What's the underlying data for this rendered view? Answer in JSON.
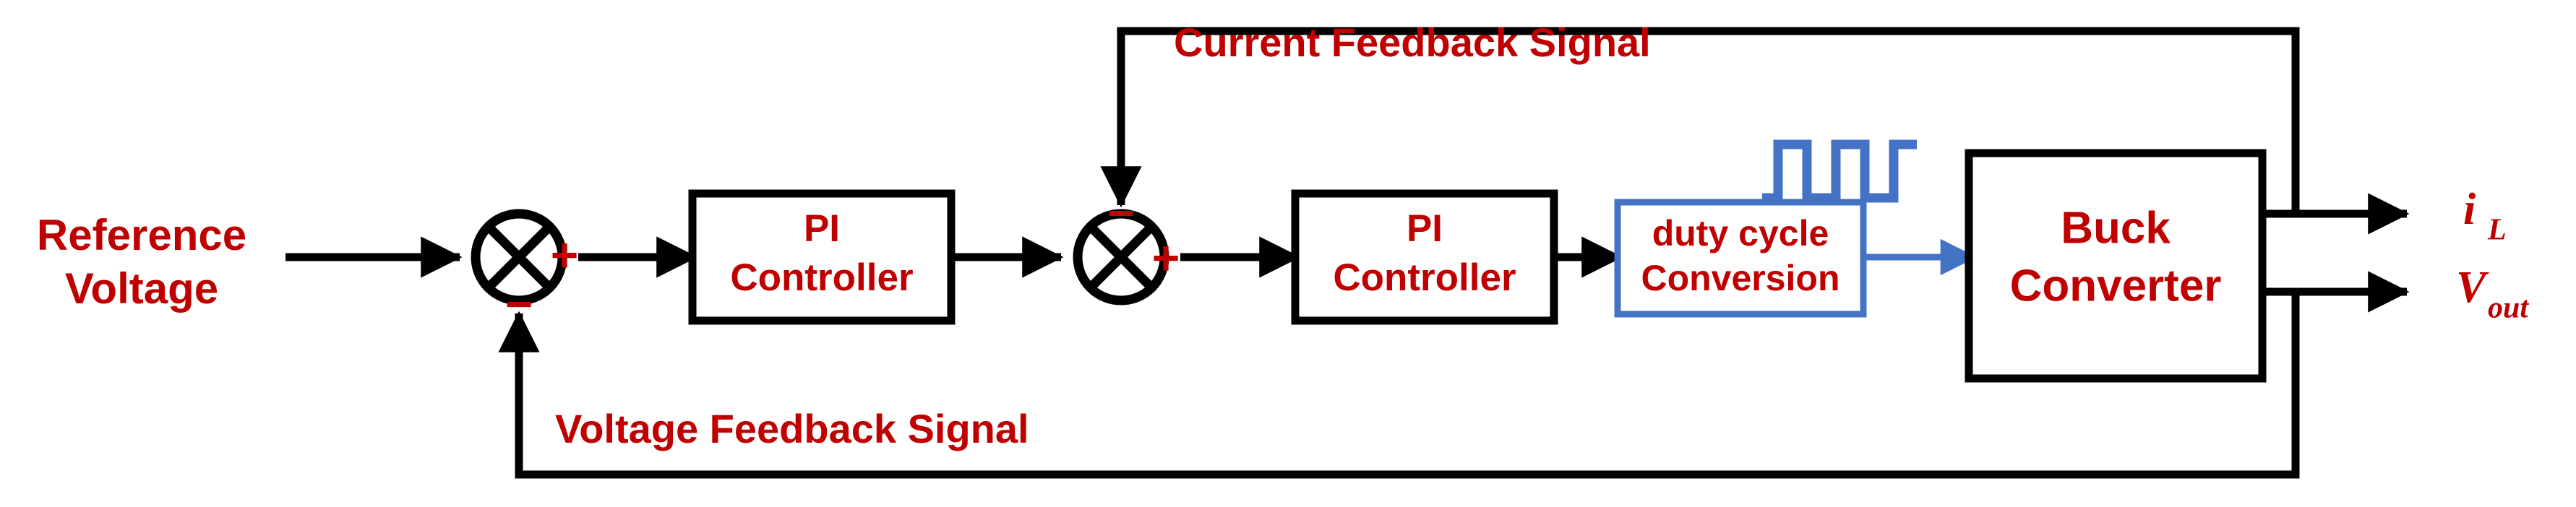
{
  "diagram": {
    "title": "Dual-loop PI control block diagram for a buck converter",
    "colors": {
      "signal_red": "#C00000",
      "wire_black": "#000000",
      "accent_blue": "#4472C4",
      "background": "#FFFFFF"
    },
    "input": {
      "label_line1": "Reference",
      "label_line2": "Voltage"
    },
    "blocks": [
      {
        "id": "pi-controller-voltage",
        "label_line1": "PI",
        "label_line2": "Controller",
        "border_color": "#000000"
      },
      {
        "id": "pi-controller-current",
        "label_line1": "PI",
        "label_line2": "Controller",
        "border_color": "#000000"
      },
      {
        "id": "duty-cycle-conversion",
        "label_line1": "duty cycle",
        "label_line2": "Conversion",
        "border_color": "#4472C4"
      },
      {
        "id": "buck-converter",
        "label_line1": "Buck",
        "label_line2": "Converter",
        "border_color": "#000000"
      }
    ],
    "summing_junctions": [
      {
        "id": "voltage-summing-junction",
        "sign_right": "+",
        "sign_bottom": "−"
      },
      {
        "id": "current-summing-junction",
        "sign_top": "−",
        "sign_right": "+"
      }
    ],
    "feedback": {
      "current_label": "Current Feedback Signal",
      "voltage_label": "Voltage Feedback Signal"
    },
    "outputs": [
      {
        "id": "inductor-current",
        "symbol": "i",
        "subscript": "L"
      },
      {
        "id": "output-voltage",
        "symbol": "V",
        "subscript": "out"
      }
    ],
    "pwm_icon": {
      "name": "pwm-square-wave-icon",
      "pulses": 3,
      "color": "#4472C4"
    }
  }
}
